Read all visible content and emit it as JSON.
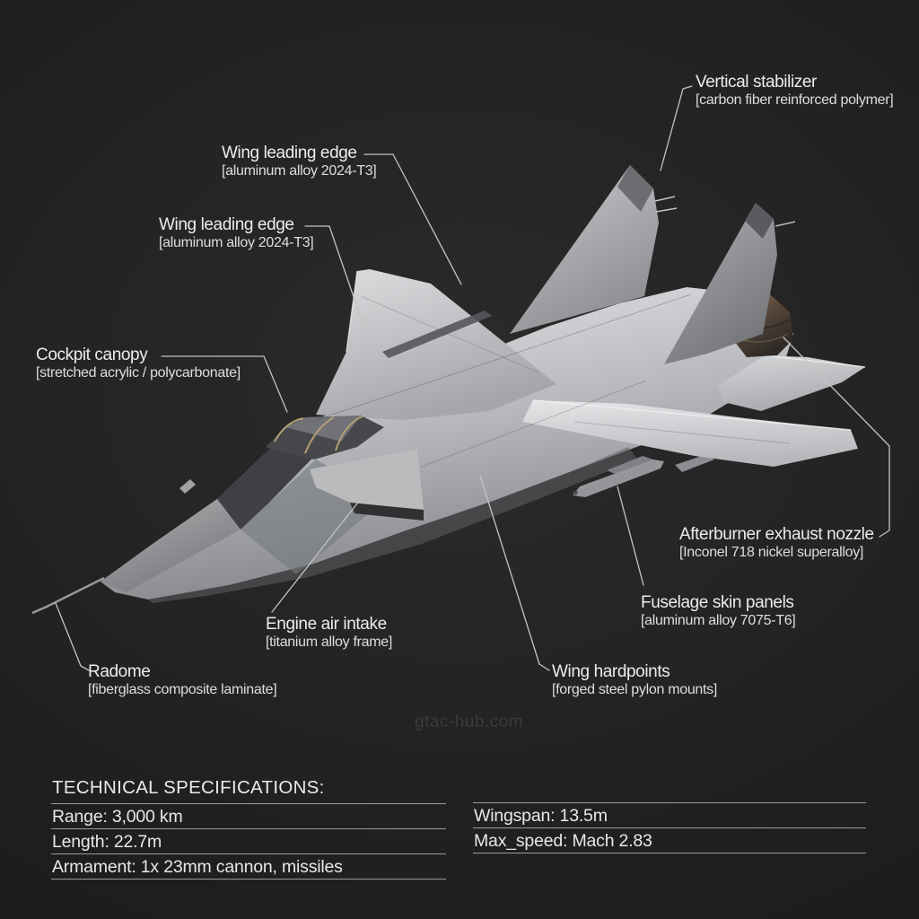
{
  "watermark": "gtac-hub.com",
  "callouts": [
    {
      "title": "Vertical stabilizer",
      "material": "[carbon fiber reinforced polymer]"
    },
    {
      "title": "Wing leading edge",
      "material": "[aluminum alloy 2024-T3]"
    },
    {
      "title": "Wing leading edge",
      "material": "[aluminum alloy 2024-T3]"
    },
    {
      "title": "Cockpit canopy",
      "material": "[stretched acrylic / polycarbonate]"
    },
    {
      "title": "Afterburner exhaust nozzle",
      "material": "[Inconel 718 nickel superalloy]"
    },
    {
      "title": "Fuselage skin panels",
      "material": "[aluminum alloy 7075-T6]"
    },
    {
      "title": "Engine air intake",
      "material": "[titanium alloy frame]"
    },
    {
      "title": "Wing hardpoints",
      "material": "[forged steel pylon mounts]"
    },
    {
      "title": "Radome",
      "material": "[fiberglass composite laminate]"
    }
  ],
  "specs": {
    "heading": "TECHNICAL SPECIFICATIONS:",
    "left": [
      "Range: 3,000 km",
      "Length: 22.7m",
      "Armament: 1x 23mm cannon, missiles"
    ],
    "right": [
      "Wingspan: 13.5m",
      "Max_speed: Mach 2.83"
    ]
  },
  "colors": {
    "background": "#232324",
    "label_text": "#ececec",
    "leader_line": "#c4c4c4",
    "spec_rule": "#9c9c9c",
    "aircraft_light": "#dfe1e3",
    "aircraft_mid": "#aeb0b3",
    "aircraft_dark": "#6f7174",
    "nozzle_bronze": "#6e5a42",
    "canopy_frame": "#b29f74",
    "watermark": "#3b3b3b"
  }
}
